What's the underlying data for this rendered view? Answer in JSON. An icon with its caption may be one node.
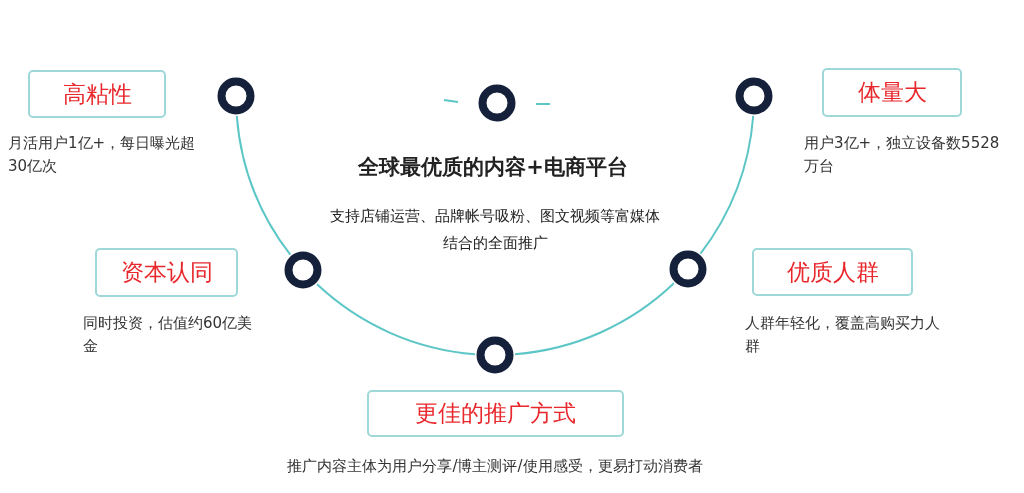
{
  "diagram": {
    "nodes": [
      {
        "text": [
          "高粘性"
        ],
        "beside": [
          "月活用户1亿+，每日曝光超30亿次"
        ]
      },
      {
        "text": [],
        "shape": "circle"
      },
      {
        "text": [],
        "shape": "circle"
      },
      {
        "text": [],
        "shape": "circle"
      },
      {
        "text": [
          "体量大"
        ],
        "beside": [
          "用户3亿+，独立设备数5528万台"
        ]
      },
      {
        "text": [
          "资本认同"
        ],
        "beside": [
          "同时投资，估值约60亿美金"
        ]
      },
      {
        "text": [],
        "shape": "circle"
      },
      {
        "text": [],
        "shape": "circle"
      },
      {
        "text": [
          "优质人群"
        ],
        "beside": [
          "人群年轻化，覆盖高购买力人群"
        ]
      },
      {
        "text": [],
        "shape": "circle"
      },
      {
        "text": [
          "更佳的推广方式"
        ],
        "beside": [
          "推广内容主体为用户分享/博主测评/使用感受，更易打动消费者"
        ]
      }
    ],
    "edges": [
      {
        "from": 1,
        "to": 6,
        "arrow": "none"
      },
      {
        "from": 6,
        "to": 9,
        "arrow": "none"
      },
      {
        "from": 9,
        "to": 7,
        "arrow": "none"
      },
      {
        "from": 7,
        "to": 3,
        "arrow": "none"
      }
    ],
    "labels": [
      "全球最优质的内容+电商平台",
      "支持店铺运营、品牌帐号吸粉、图文视频等富媒体结合的全面推广"
    ]
  }
}
